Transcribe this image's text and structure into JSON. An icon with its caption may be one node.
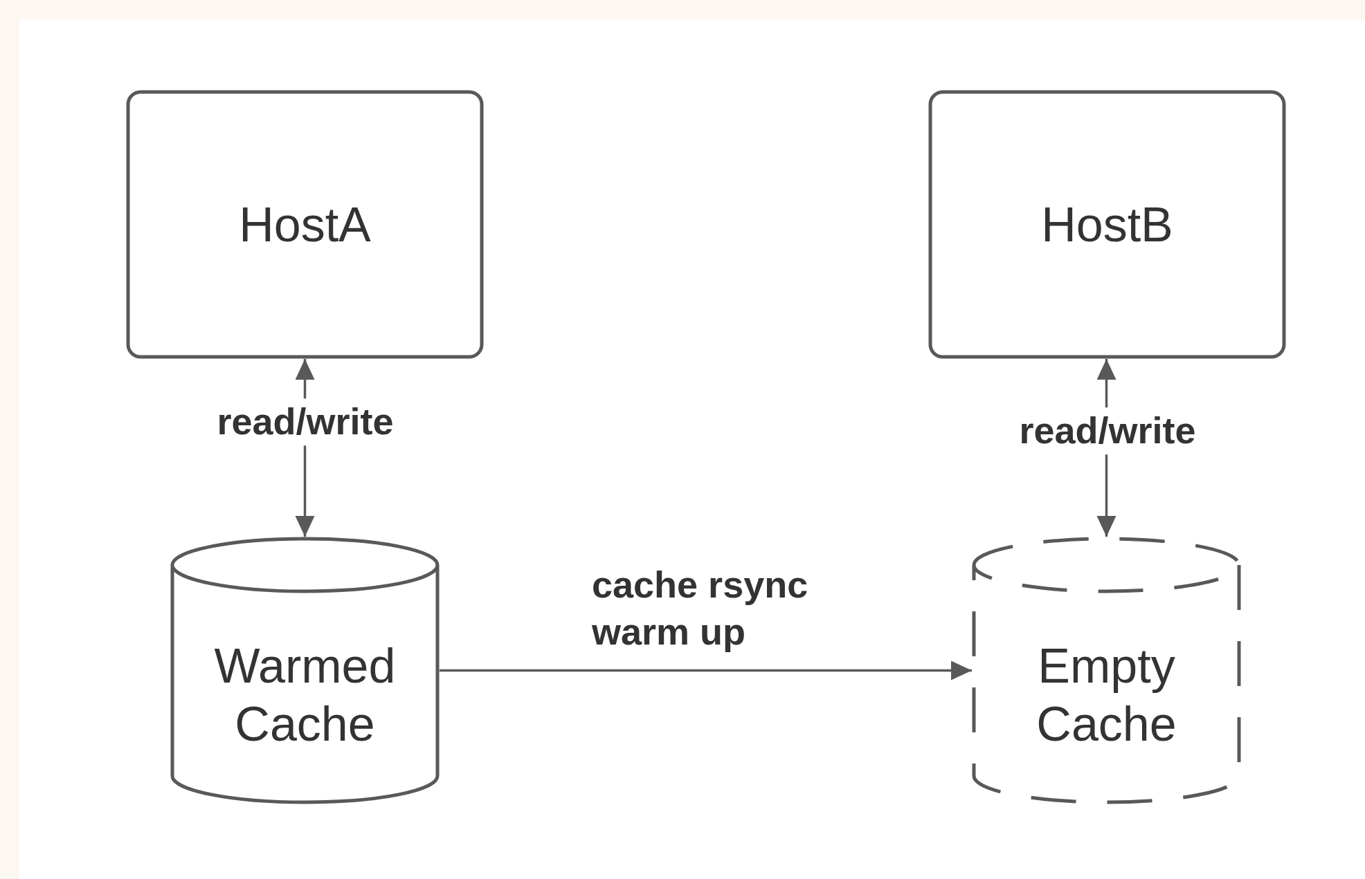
{
  "diagram": {
    "nodes": [
      {
        "text": [
          "HostA"
        ]
      },
      {
        "text": [
          "HostB"
        ]
      },
      {
        "text": [
          "Warmed Cache"
        ]
      },
      {
        "text": [
          "Empty Cache"
        ]
      }
    ],
    "edges": [
      {
        "from": 2,
        "to": 0,
        "arrow": "both",
        "label": "read/write"
      },
      {
        "from": 3,
        "to": 1,
        "arrow": "both",
        "label": "read/write"
      },
      {
        "from": 2,
        "to": 3,
        "arrow": "to",
        "label": "cache rsync warm up"
      }
    ]
  }
}
